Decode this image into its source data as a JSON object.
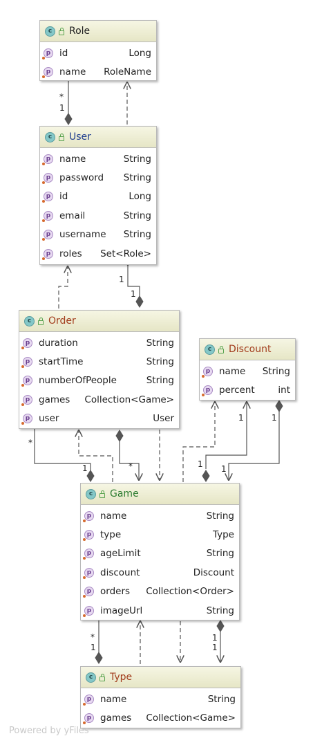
{
  "classes": {
    "role": {
      "name": "Role",
      "name_color": "#222222",
      "icon": "class-icon",
      "properties": [
        {
          "name": "id",
          "type": "Long"
        },
        {
          "name": "name",
          "type": "RoleName"
        }
      ]
    },
    "user": {
      "name": "User",
      "name_color": "#1f3d8f",
      "icon": "class-icon",
      "properties": [
        {
          "name": "name",
          "type": "String"
        },
        {
          "name": "password",
          "type": "String"
        },
        {
          "name": "id",
          "type": "Long"
        },
        {
          "name": "email",
          "type": "String"
        },
        {
          "name": "username",
          "type": "String"
        },
        {
          "name": "roles",
          "type": "Set<Role>"
        }
      ]
    },
    "order": {
      "name": "Order",
      "name_color": "#a23c1c",
      "icon": "class-icon",
      "properties": [
        {
          "name": "duration",
          "type": "String"
        },
        {
          "name": "startTime",
          "type": "String"
        },
        {
          "name": "numberOfPeople",
          "type": "String"
        },
        {
          "name": "games",
          "type": "Collection<Game>"
        },
        {
          "name": "user",
          "type": "User"
        }
      ]
    },
    "discount": {
      "name": "Discount",
      "name_color": "#a23c1c",
      "icon": "class-icon",
      "properties": [
        {
          "name": "name",
          "type": "String"
        },
        {
          "name": "percent",
          "type": "int"
        }
      ]
    },
    "game": {
      "name": "Game",
      "name_color": "#2e7d32",
      "icon": "class-icon",
      "properties": [
        {
          "name": "name",
          "type": "String"
        },
        {
          "name": "type",
          "type": "Type"
        },
        {
          "name": "ageLimit",
          "type": "String"
        },
        {
          "name": "discount",
          "type": "Discount"
        },
        {
          "name": "orders",
          "type": "Collection<Order>"
        },
        {
          "name": "imageUrl",
          "type": "String"
        }
      ]
    },
    "type": {
      "name": "Type",
      "name_color": "#a23c1c",
      "icon": "class-icon",
      "properties": [
        {
          "name": "name",
          "type": "String"
        },
        {
          "name": "games",
          "type": "Collection<Game>"
        }
      ]
    }
  },
  "class_icon_glyph": "c",
  "property_icon_glyph": "p",
  "multiplicities": {
    "role_user_star": "*",
    "role_user_one": "1",
    "user_order_one_a": "1",
    "user_order_one_b": "1",
    "order_game_star": "*",
    "order_game_one": "1",
    "order_game_star_b": "*",
    "discount_game_one_a": "1",
    "discount_game_one_b": "1",
    "game_discount_one_a": "1",
    "game_discount_one_b": "1",
    "game_type_star": "*",
    "game_type_one": "1",
    "game_type_one_b": "1",
    "game_type_one_c": "1"
  },
  "watermark": "Powered by yFiles",
  "colors": {
    "edge": "#555555",
    "header_bg": "#eeeed6",
    "class_icon": "#84c7c7",
    "property_icon": "#e7d9f1"
  }
}
